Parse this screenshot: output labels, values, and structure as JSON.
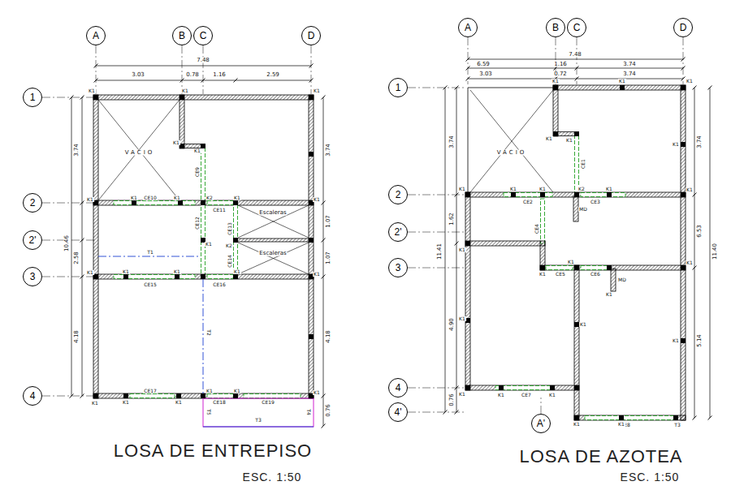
{
  "diagram": {
    "nodes": [
      {
        "text": [
          "A"
        ]
      },
      {
        "text": [
          "B"
        ]
      },
      {
        "text": [
          "C"
        ]
      },
      {
        "text": [
          "D"
        ]
      },
      {
        "text": [
          "1"
        ]
      },
      {
        "text": [
          "2"
        ]
      },
      {
        "text": [
          "2'"
        ]
      },
      {
        "text": [
          "3"
        ]
      },
      {
        "text": [
          "4"
        ]
      },
      {
        "text": [
          "A"
        ]
      },
      {
        "text": [
          "B"
        ]
      },
      {
        "text": [
          "C"
        ]
      },
      {
        "text": [
          "D"
        ]
      },
      {
        "text": [
          "1"
        ]
      },
      {
        "text": [
          "2"
        ]
      },
      {
        "text": [
          "2'"
        ]
      },
      {
        "text": [
          "3"
        ]
      },
      {
        "text": [
          "4"
        ]
      },
      {
        "text": [
          "4'"
        ]
      },
      {
        "text": [
          "A'"
        ]
      }
    ],
    "labels": [
      "7.48",
      "3.03",
      "0.78",
      "1.16",
      "2.59",
      "3.74",
      "2.58",
      "10.46",
      "4.18",
      "3.74",
      "1.07",
      "1.07",
      "4.18",
      "0.76",
      "VACIO",
      "Escaleras",
      "Escaleras",
      "CE10",
      "CE11",
      "CE9",
      "CE12",
      "CE13",
      "CE14",
      "CE15",
      "CE16",
      "CE17",
      "CE18",
      "CE19",
      "T1",
      "T2",
      "T3",
      "T5",
      "T4",
      "K1",
      "K1",
      "K1",
      "K1",
      "K1",
      "K1",
      "K1",
      "K1",
      "K2",
      "K1",
      "K1",
      "K1",
      "K2",
      "K1",
      "K1",
      "K1",
      "K1",
      "K1",
      "K1",
      "K1",
      "K1",
      "K1",
      "K1",
      "K1",
      "LOSA DE ENTREPISO",
      "ESC. 1:50",
      "7.48",
      "6.59",
      "1.16",
      "3.74",
      "3.03",
      "0.72",
      "3.74",
      "3.74",
      "1.62",
      "11.41",
      "4.90",
      "0.76",
      "3.74",
      "6.53",
      "11.40",
      "5.14",
      "VACIO",
      "CE1",
      "CE2",
      "CE3",
      "CE4",
      "CE5",
      "CE6",
      "CE7",
      "CE8",
      "T3",
      "MD",
      "MD",
      "K1",
      "K1",
      "K1",
      "K1",
      "K1",
      "K1",
      "K1",
      "K1",
      "K2",
      "K1",
      "K1",
      "K1",
      "K1",
      "K1",
      "K1",
      "K1",
      "K1",
      "K1",
      "K1",
      "K1",
      "K1",
      "K1",
      "K1",
      "K1",
      "K1",
      "LOSA DE AZOTEA",
      "ESC. 1:50"
    ]
  }
}
